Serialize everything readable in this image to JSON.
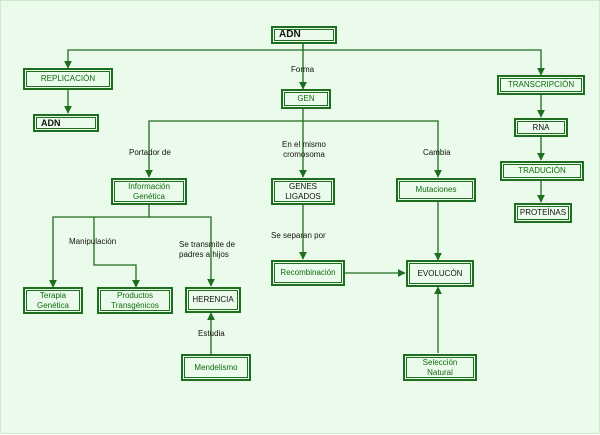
{
  "nodes": {
    "adn_top": "ADN",
    "replicacion": "REPLICACIÓN",
    "adn_sub": "ADN",
    "gen": "GEN",
    "transcripcion": "TRANSCRIPCIÓN",
    "rna": "RNA",
    "tradución": "TRADUCIÓN",
    "proteinas": "PROTEÍNAS",
    "informacion_genetica": "Información Genética",
    "genes_ligados": "GENES LIGADOS",
    "mutaciones": "Mutaciones",
    "terapia_genetica": "Terapia Genética",
    "productos_transgenicos": "Productos Transgénicos",
    "herencia": "HERENCIA",
    "recombinacion": "Recombinación",
    "evolucion": "EVOLUCÓN",
    "mendelismo": "Mendelismo",
    "seleccion_natural": "Selección Natural"
  },
  "link_labels": {
    "forma": "Forma",
    "portador_de": "Portador de",
    "en_el_mismo_cromosoma": "En el mismo cromosoma",
    "cambia": "Cambia",
    "manipulacion": "Manipulación",
    "se_transmite": "Se transmite de padres a hijos",
    "se_separan_por": "Se separan por",
    "estudia": "Estudia"
  },
  "colors": {
    "line": "#1f6d1f",
    "node_text": "#0f6a0f",
    "label_text": "#111111",
    "background": "#ebfbeb"
  }
}
